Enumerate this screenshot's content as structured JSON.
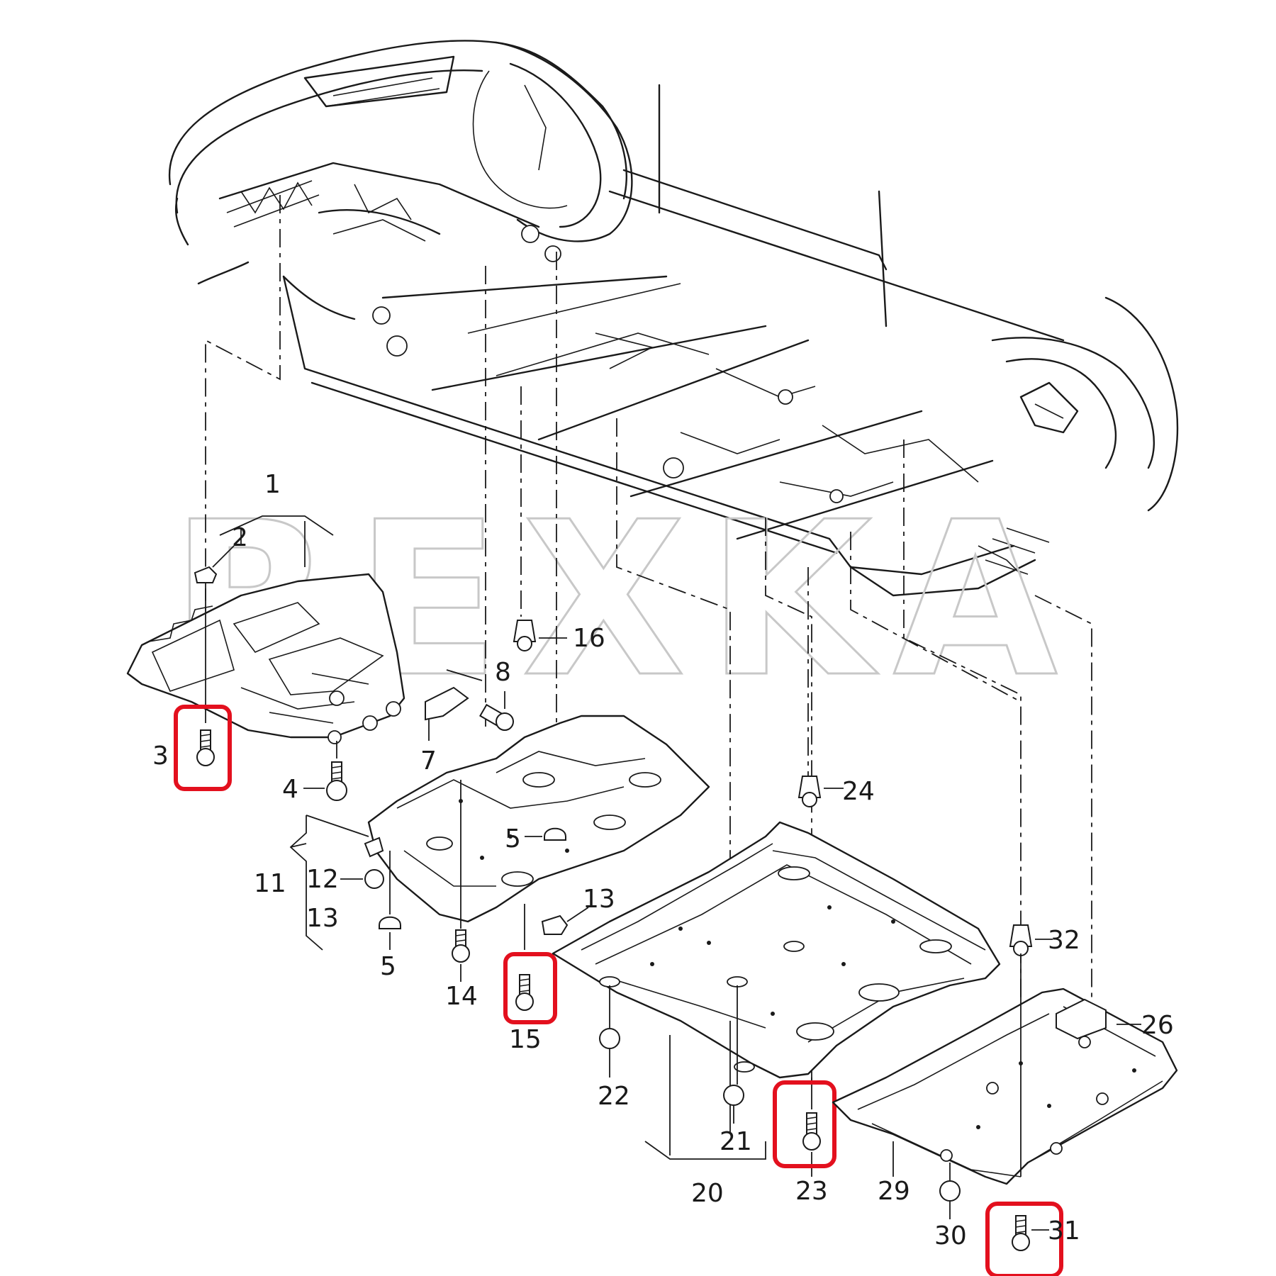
{
  "watermark": "REXKA",
  "colors": {
    "line": "#1a1a1a",
    "highlight": "#e3101e",
    "watermark": "#c8c8c8"
  },
  "labels": {
    "l1": "1",
    "l2": "2",
    "l3": "3",
    "l4": "4",
    "l5a": "5",
    "l5b": "5",
    "l7": "7",
    "l8": "8",
    "l11": "11",
    "l12": "12",
    "l13a": "13",
    "l13b": "13",
    "l14": "14",
    "l15": "15",
    "l16": "16",
    "l20": "20",
    "l21": "21",
    "l22": "22",
    "l23": "23",
    "l24": "24",
    "l26": "26",
    "l29": "29",
    "l30": "30",
    "l31": "31",
    "l32": "32"
  },
  "highlighted_parts": [
    "3",
    "15",
    "23",
    "31"
  ]
}
